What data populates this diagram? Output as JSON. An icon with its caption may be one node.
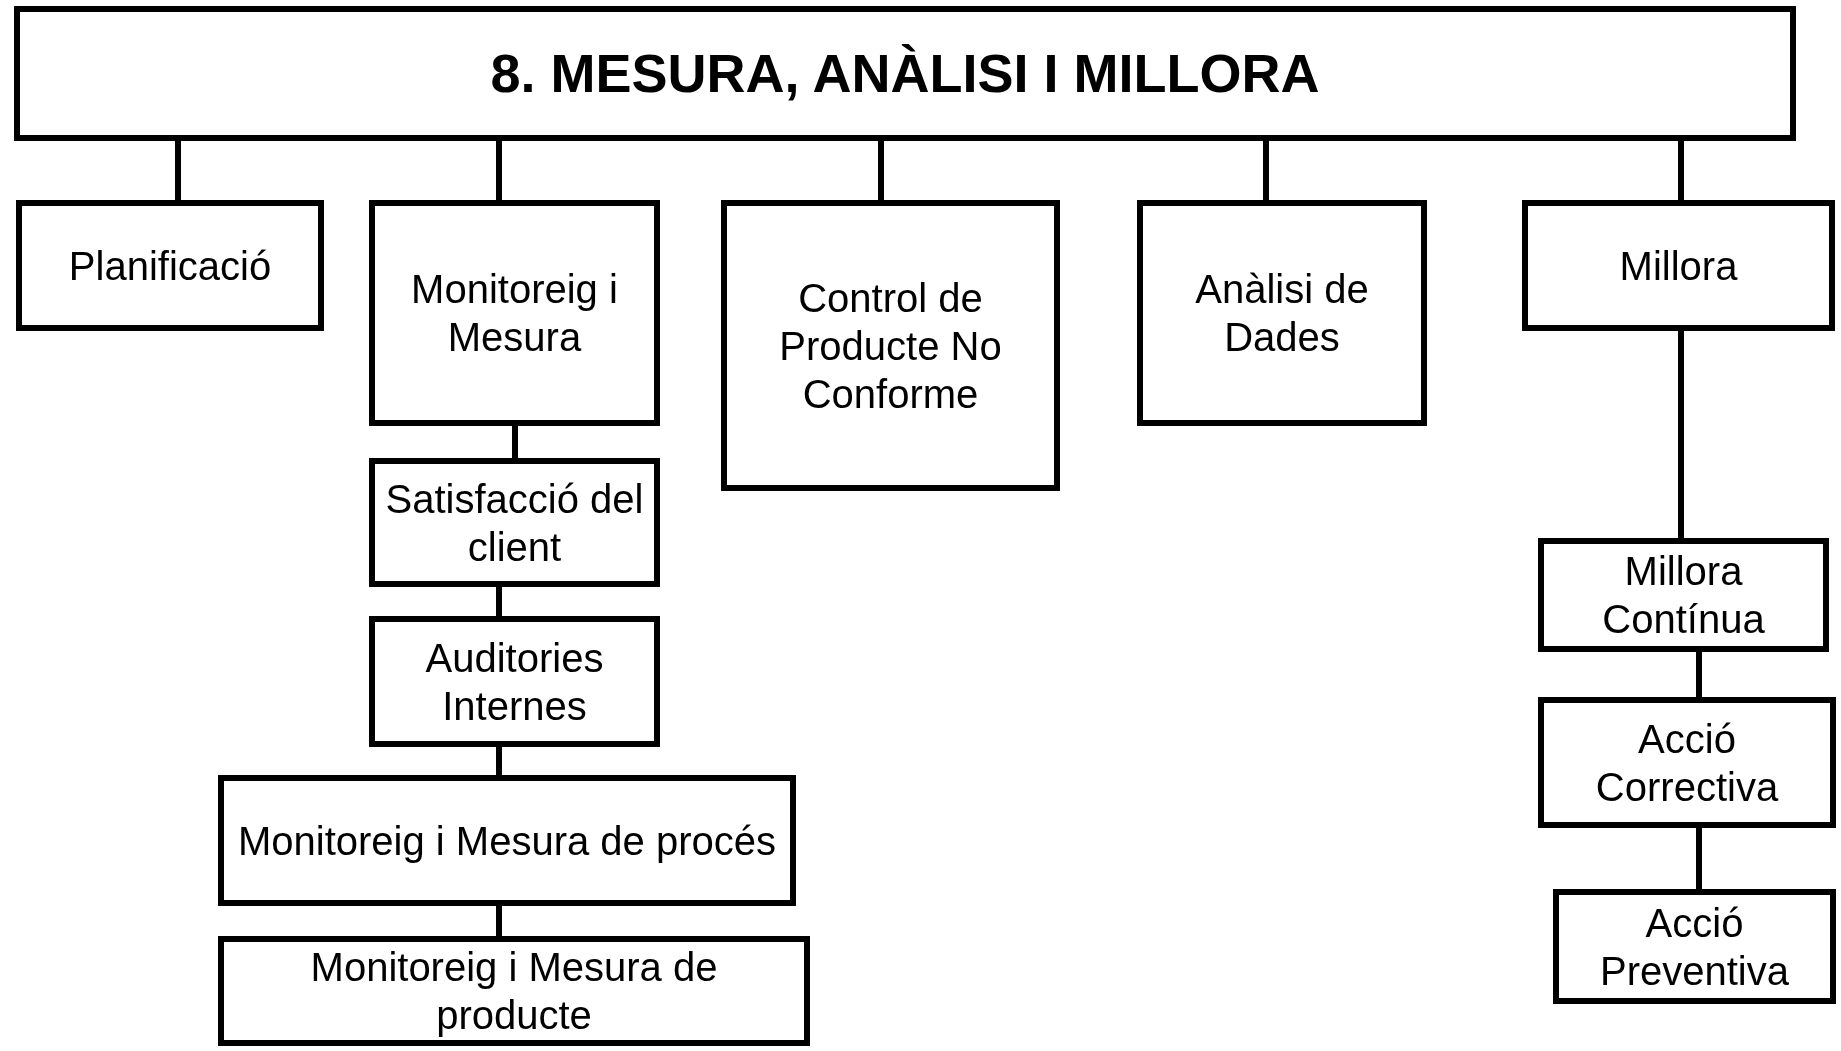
{
  "diagram": {
    "nodes": [
      {
        "text": [
          "8. MESURA, ANÀLISI I MILLORA"
        ]
      },
      {
        "text": [
          "Planificació"
        ]
      },
      {
        "text": [
          "Monitoreig i Mesura"
        ]
      },
      {
        "text": [
          "Control de Producte No Conforme"
        ]
      },
      {
        "text": [
          "Anàlisi de Dades"
        ]
      },
      {
        "text": [
          "Millora"
        ]
      },
      {
        "text": [
          "Satisfacció del client"
        ]
      },
      {
        "text": [
          "Auditories Internes"
        ]
      },
      {
        "text": [
          "Monitoreig i Mesura de procés"
        ]
      },
      {
        "text": [
          "Monitoreig i Mesura de producte"
        ]
      },
      {
        "text": [
          "Millora Contínua"
        ]
      },
      {
        "text": [
          "Acció Correctiva"
        ]
      },
      {
        "text": [
          "Acció Preventiva"
        ]
      }
    ],
    "edges": [
      {
        "from": 0,
        "to": 1,
        "arrow": "none"
      },
      {
        "from": 0,
        "to": 2,
        "arrow": "none"
      },
      {
        "from": 0,
        "to": 3,
        "arrow": "none"
      },
      {
        "from": 0,
        "to": 4,
        "arrow": "none"
      },
      {
        "from": 0,
        "to": 5,
        "arrow": "none"
      },
      {
        "from": 2,
        "to": 6,
        "arrow": "none"
      },
      {
        "from": 6,
        "to": 7,
        "arrow": "none"
      },
      {
        "from": 7,
        "to": 8,
        "arrow": "none"
      },
      {
        "from": 8,
        "to": 9,
        "arrow": "none"
      },
      {
        "from": 5,
        "to": 10,
        "arrow": "none"
      },
      {
        "from": 10,
        "to": 11,
        "arrow": "none"
      },
      {
        "from": 11,
        "to": 12,
        "arrow": "none"
      }
    ]
  }
}
